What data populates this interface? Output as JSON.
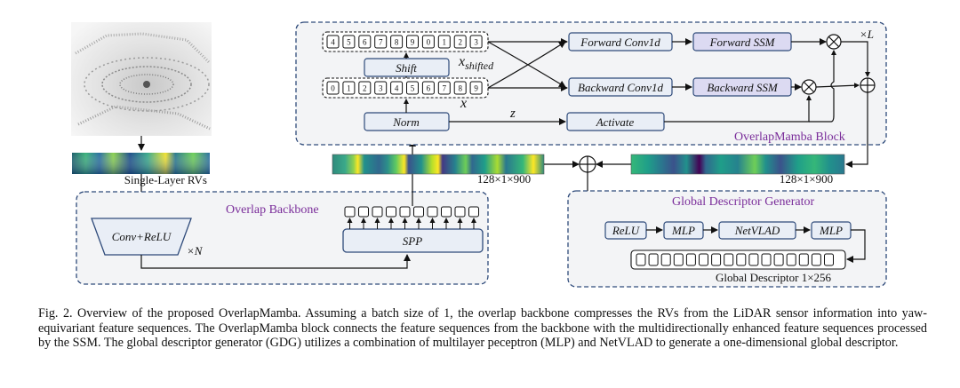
{
  "input": {
    "rv_label": "Single-Layer RVs",
    "times_n": "×N"
  },
  "backbone": {
    "title": "Overlap Backbone",
    "conv_label": "Conv+ReLU",
    "spp_label": "SPP"
  },
  "block": {
    "title": "OverlapMamba Block",
    "times_l": "×L",
    "shift_label": "Shift",
    "norm_label": "Norm",
    "activate_label": "Activate",
    "forward_conv": "Forward Conv1d",
    "backward_conv": "Backward Conv1d",
    "forward_ssm": "Forward SSM",
    "backward_ssm": "Backward SSM",
    "x_shifted_var": "x",
    "x_shifted_sub": "shifted",
    "x_var": "x",
    "z_var": "z",
    "shifted_cells": [
      "4",
      "5",
      "6",
      "7",
      "8",
      "9",
      "0",
      "1",
      "2",
      "3"
    ],
    "seq_cells": [
      "0",
      "1",
      "2",
      "3",
      "4",
      "5",
      "6",
      "7",
      "8",
      "9"
    ]
  },
  "features": {
    "left_dim": "128×1×900",
    "right_dim": "128×1×900"
  },
  "gdg": {
    "title": "Global Descriptor Generator",
    "relu": "ReLU",
    "mlp1": "MLP",
    "netvlad": "NetVLAD",
    "mlp2": "MLP",
    "descriptor_label": "Global Descriptor 1×256"
  },
  "caption": {
    "text": "Fig. 2.  Overview of the proposed OverlapMamba. Assuming a batch size of 1, the overlap backbone compresses the RVs from the LiDAR sensor information into yaw-equivariant feature sequences. The OverlapMamba block connects the feature sequences from the backbone with the multidirectionally enhanced feature sequences processed by the SSM. The global descriptor generator (GDG) utilizes a combination of multilayer peceptron (MLP) and NetVLAD to generate a one-dimensional global descriptor."
  },
  "colors": {
    "dashed_border": "#2e4a7a",
    "panel_fill": "#f3f4f6",
    "ssm_fill": "#dcdaf2",
    "module_fill": "#e9eef6",
    "title_purple": "#7a2d9a"
  }
}
